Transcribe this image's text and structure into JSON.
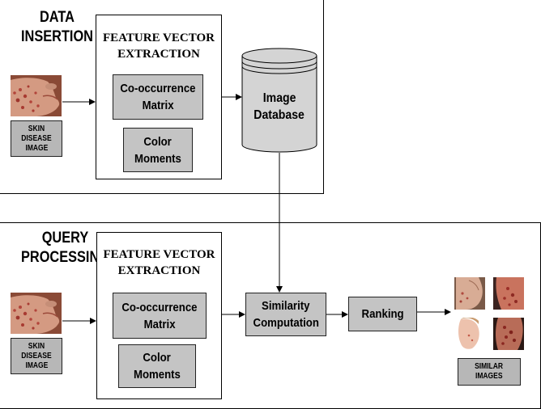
{
  "insertion": {
    "title_line1": "DATA",
    "title_line2": "INSERTION",
    "feature_title_line1": "FEATURE VECTOR",
    "feature_title_line2": "EXTRACTION",
    "cooccurrence_line1": "Co-occurrence",
    "cooccurrence_line2": "Matrix",
    "color_line1": "Color",
    "color_line2": "Moments",
    "input_label_line1": "SKIN",
    "input_label_line2": "DISEASE",
    "input_label_line3": "IMAGE",
    "database_line1": "Image",
    "database_line2": "Database"
  },
  "query": {
    "title_line1": "QUERY",
    "title_line2": "PROCESSING",
    "feature_title_line1": "FEATURE VECTOR",
    "feature_title_line2": "EXTRACTION",
    "cooccurrence_line1": "Co-occurrence",
    "cooccurrence_line2": "Matrix",
    "color_line1": "Color",
    "color_line2": "Moments",
    "input_label_line1": "SKIN",
    "input_label_line2": "DISEASE",
    "input_label_line3": "IMAGE",
    "similarity_line1": "Similarity",
    "similarity_line2": "Computation",
    "ranking": "Ranking",
    "output_label_line1": "SIMILAR",
    "output_label_line2": "IMAGES"
  },
  "colors": {
    "process_box": "#c4c4c4",
    "label_box": "#b7b7b7",
    "database_fill": "#d4d4d4",
    "line": "#000000"
  }
}
